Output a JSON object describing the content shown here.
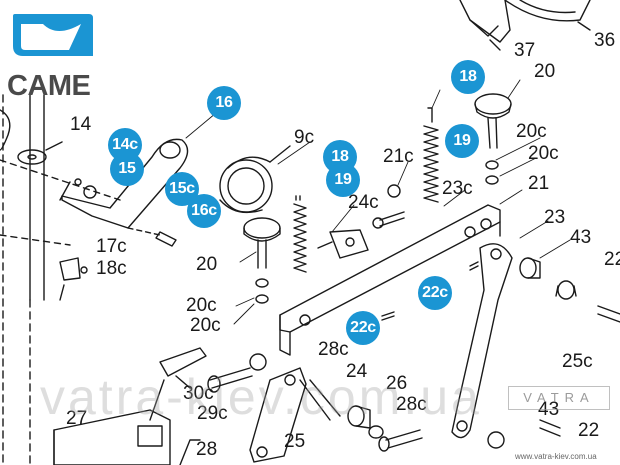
{
  "brand": {
    "name": "CAME",
    "color": "#1b95d3"
  },
  "watermark": {
    "text": "vatra-kiev.com.ua",
    "stamp": "VATRA",
    "site": "www.vatra-kiev.com.ua"
  },
  "parts": {
    "p14": "14",
    "p14c": "14c",
    "p15": "15",
    "p15c": "15c",
    "p16": "16",
    "p16c": "16c",
    "p17c": "17c",
    "p18c": "18c",
    "p18a": "18",
    "p18b": "18",
    "p19a": "19",
    "p19b": "19",
    "p20a": "20",
    "p20b": "20",
    "p20c_a": "20c",
    "p20c_b": "20c",
    "p20c_c": "20c",
    "p20c_d": "20c",
    "p21": "21",
    "p21c": "21c",
    "p22": "22",
    "p22b": "22",
    "p22c_a": "22c",
    "p22c_b": "22c",
    "p23": "23",
    "p23c": "23c",
    "p24": "24",
    "p24c": "24c",
    "p25": "25",
    "p25c": "25c",
    "p26": "26",
    "p27": "27",
    "p28": "28",
    "p28c_a": "28c",
    "p28c_b": "28c",
    "p29c": "29c",
    "p30c": "30c",
    "p36": "36",
    "p37": "37",
    "p43a": "43",
    "p43b": "43",
    "p9c": "9c"
  }
}
